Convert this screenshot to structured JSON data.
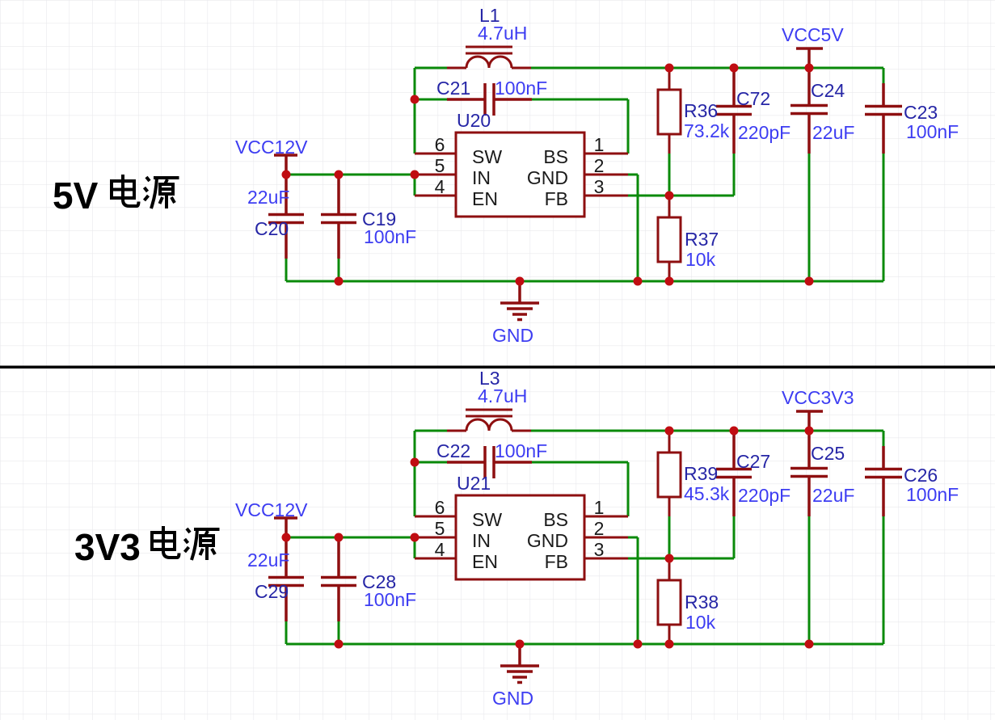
{
  "colors": {
    "background": "#ffffff",
    "grid": "#e9e9ec",
    "wire": "#0a8a0a",
    "component": "#8e0f10",
    "junction": "#c00d12",
    "designator_text": "#2626a6",
    "value_text": "#3d3df2",
    "pin_text": "#1a1a1a",
    "title_text": "#000000",
    "divider": "#000000"
  },
  "circuits": [
    {
      "title": "5V电源",
      "title_latin": "5V",
      "input_net": "VCC12V",
      "output_net": "VCC5V",
      "ground_net": "GND",
      "inductor": {
        "designator": "L1",
        "value": "4.7uH"
      },
      "bootstrap_capacitor": {
        "designator": "C21",
        "value": "100nF"
      },
      "regulator": {
        "designator": "U20",
        "pins": [
          {
            "number": "6",
            "name": "SW"
          },
          {
            "number": "5",
            "name": "IN"
          },
          {
            "number": "4",
            "name": "EN"
          },
          {
            "number": "1",
            "name": "BS"
          },
          {
            "number": "2",
            "name": "GND"
          },
          {
            "number": "3",
            "name": "FB"
          }
        ]
      },
      "input_capacitors": [
        {
          "designator": "C20",
          "value": "22uF"
        },
        {
          "designator": "C19",
          "value": "100nF"
        }
      ],
      "feedback_resistor_upper": {
        "designator": "R36",
        "value": "73.2k"
      },
      "feedback_resistor_lower": {
        "designator": "R37",
        "value": "10k"
      },
      "feedforward_capacitor": {
        "designator": "C72",
        "value": "220pF"
      },
      "output_capacitors": [
        {
          "designator": "C24",
          "value": "22uF"
        },
        {
          "designator": "C23",
          "value": "100nF"
        }
      ]
    },
    {
      "title": "3V3电源",
      "title_latin": "3V3",
      "input_net": "VCC12V",
      "output_net": "VCC3V3",
      "ground_net": "GND",
      "inductor": {
        "designator": "L3",
        "value": "4.7uH"
      },
      "bootstrap_capacitor": {
        "designator": "C22",
        "value": "100nF"
      },
      "regulator": {
        "designator": "U21",
        "pins": [
          {
            "number": "6",
            "name": "SW"
          },
          {
            "number": "5",
            "name": "IN"
          },
          {
            "number": "4",
            "name": "EN"
          },
          {
            "number": "1",
            "name": "BS"
          },
          {
            "number": "2",
            "name": "GND"
          },
          {
            "number": "3",
            "name": "FB"
          }
        ]
      },
      "input_capacitors": [
        {
          "designator": "C29",
          "value": "22uF"
        },
        {
          "designator": "C28",
          "value": "100nF"
        }
      ],
      "feedback_resistor_upper": {
        "designator": "R39",
        "value": "45.3k"
      },
      "feedback_resistor_lower": {
        "designator": "R38",
        "value": "10k"
      },
      "feedforward_capacitor": {
        "designator": "C27",
        "value": "220pF"
      },
      "output_capacitors": [
        {
          "designator": "C25",
          "value": "22uF"
        },
        {
          "designator": "C26",
          "value": "100nF"
        }
      ]
    }
  ]
}
